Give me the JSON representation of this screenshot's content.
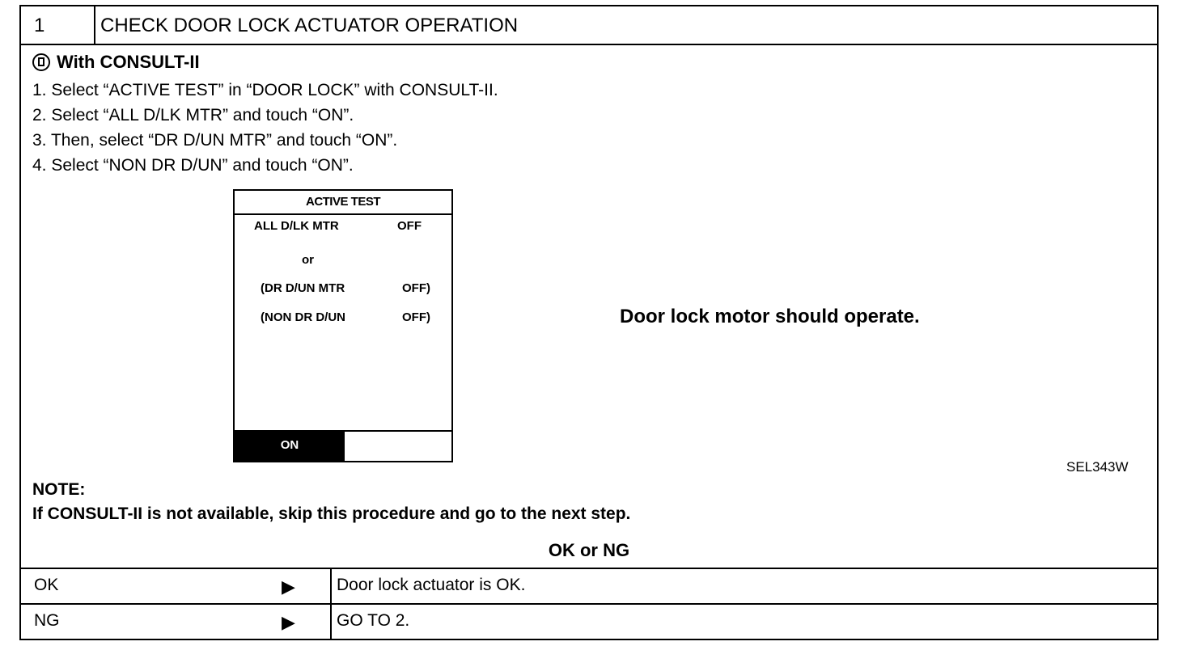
{
  "header": {
    "number": "1",
    "title": "CHECK DOOR LOCK ACTUATOR OPERATION"
  },
  "consult": {
    "icon": "consult-icon",
    "heading": "With CONSULT-II"
  },
  "steps": [
    "1.  Select “ACTIVE TEST” in “DOOR LOCK” with CONSULT-II.",
    "2.  Select “ALL D/LK MTR” and touch “ON”.",
    "3.  Then, select “DR D/UN MTR” and touch “ON”.",
    "4.  Select “NON DR D/UN” and touch “ON”."
  ],
  "screen": {
    "title": "ACTIVE TEST",
    "items": [
      {
        "label": "ALL D/LK MTR",
        "value": "OFF"
      },
      {
        "label": "or"
      },
      {
        "label": "(DR D/UN MTR",
        "value": "OFF)"
      },
      {
        "label": "(NON DR D/UN",
        "value": "OFF)"
      }
    ],
    "on_button": "ON"
  },
  "result_text": "Door lock motor should operate.",
  "figure_code": "SEL343W",
  "note": {
    "heading": "NOTE:",
    "text": "If CONSULT-II is not available, skip this procedure and go to the next step."
  },
  "ok_ng_title": "OK or NG",
  "rows": [
    {
      "label": "OK",
      "arrow": "▶",
      "text": "Door lock actuator is OK."
    },
    {
      "label": "NG",
      "arrow": "▶",
      "text": "GO TO 2."
    }
  ]
}
